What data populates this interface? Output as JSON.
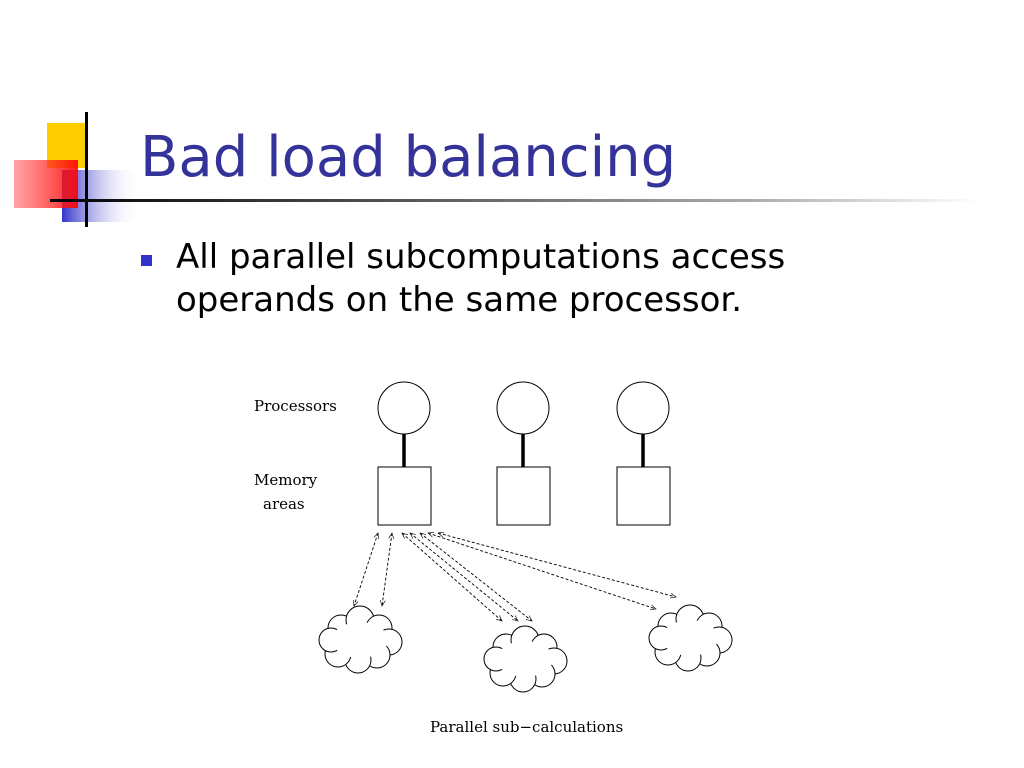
{
  "slide": {
    "title": "Bad load balancing",
    "bullet": "All parallel subcomputations access operands on the same processor.",
    "bullet_color": "#3333cc",
    "title_color": "#333399"
  },
  "diagram": {
    "label_processors": "Processors",
    "label_memory": "Memory",
    "label_areas": "areas",
    "caption": "Parallel sub−calculations",
    "processor_count": 3,
    "memory_area_count": 3,
    "subcalculation_count": 3
  },
  "decor_colors": [
    "#ffcc00",
    "#3333cc",
    "#ff0000"
  ]
}
